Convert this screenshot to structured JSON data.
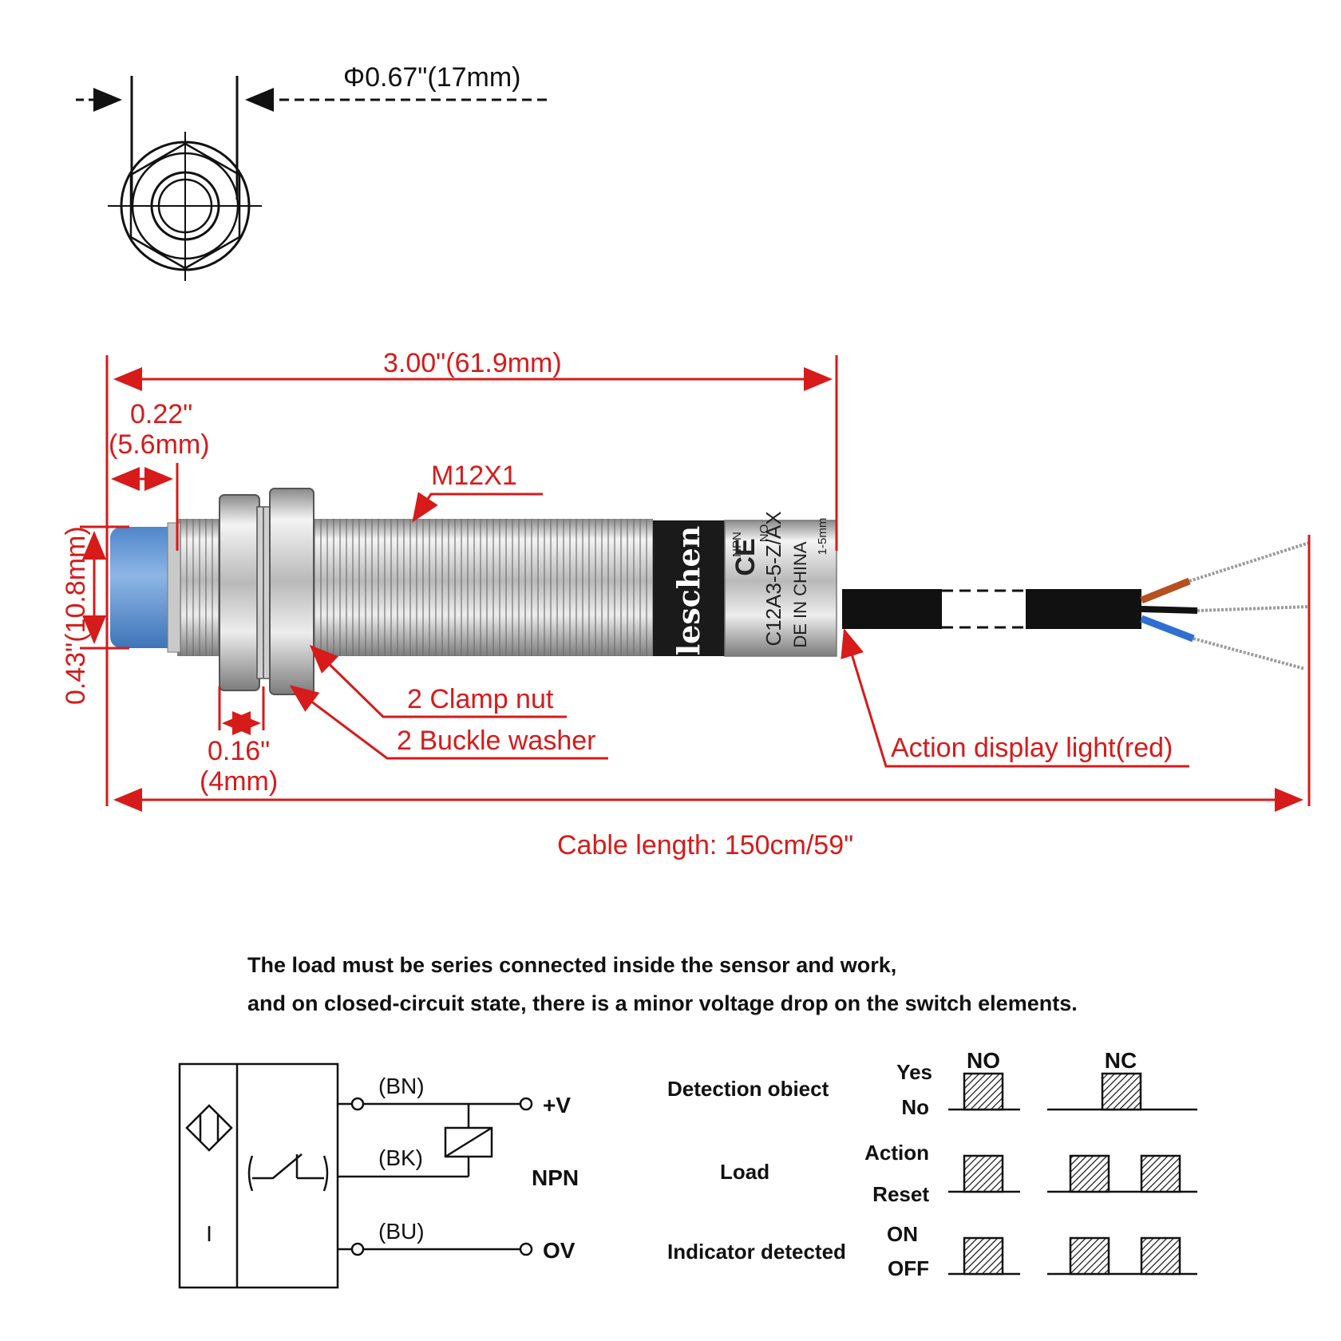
{
  "top_view": {
    "diameter_label": "Φ0.67\"(17mm)"
  },
  "dimensions": {
    "overall_length": "3.00\"(61.9mm)",
    "face_length_in": "0.22\"",
    "face_length_mm": "(5.6mm)",
    "thread": "M12X1",
    "diameter": "0.43\"(10.8mm)",
    "nut_thickness_in": "0.16\"",
    "nut_thickness_mm": "(4mm)",
    "cable_length": "Cable length: 150cm/59\""
  },
  "callouts": {
    "clamp_nut": "2 Clamp nut",
    "buckle_washer": "2 Buckle washer",
    "display_light": "Action display light(red)"
  },
  "body_print": {
    "brand": "leschen",
    "ce": "CE",
    "model": "C12A3-5-Z/AX",
    "origin": "DE IN CHINA",
    "spec1": "NPN",
    "spec2": "NO",
    "spec3": "1-5mm"
  },
  "note": {
    "line1": "The load must be series connected inside the sensor and work,",
    "line2": "and on closed-circuit state, there is a minor voltage drop on the switch elements."
  },
  "wiring": {
    "brown": "(BN)",
    "black": "(BK)",
    "blue": "(BU)",
    "plus_v": "+V",
    "zero_v": "OV",
    "type": "NPN",
    "symbol_i": "I"
  },
  "timing": {
    "headers": {
      "no": "NO",
      "nc": "NC"
    },
    "rows": [
      {
        "label": "Detection obiect",
        "high": "Yes",
        "low": "No"
      },
      {
        "label": "Load",
        "high": "Action",
        "low": "Reset"
      },
      {
        "label": "Indicator detected",
        "high": "ON",
        "low": "OFF"
      }
    ]
  },
  "colors": {
    "dimension_red": "#d71a1a",
    "sensor_face_blue": "#6f9fd6",
    "wire_brown": "#b5501f",
    "wire_blue": "#2f6fd1",
    "cable_black": "#111111"
  }
}
